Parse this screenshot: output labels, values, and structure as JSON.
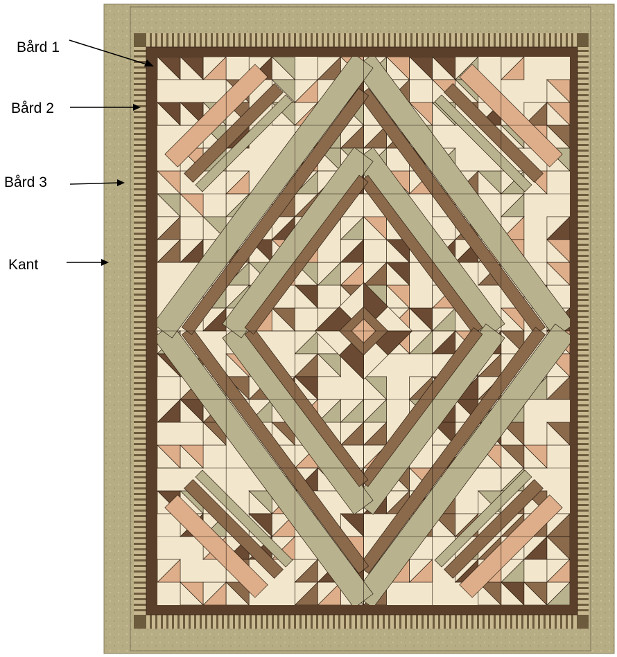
{
  "labels": [
    {
      "text": "Bård 1",
      "target": "border-1-dark-brown"
    },
    {
      "text": "Bård 2",
      "target": "border-2-striped"
    },
    {
      "text": "Bård 3",
      "target": "border-3-tan"
    },
    {
      "text": "Kant",
      "target": "binding-edge"
    }
  ],
  "colors": {
    "outer_tan": "#b7ad85",
    "stripe_dark": "#6d5b3d",
    "stripe_light": "#c9b991",
    "inner_dark_brown": "#5a3f2a",
    "cream": "#f2e7cc",
    "peach": "#deae8a",
    "sage": "#b8b28e",
    "mocha": "#6a4a32",
    "speckle": "#8b6a4c"
  },
  "quilt_block_grid": {
    "columns": 6,
    "rows": 8
  }
}
